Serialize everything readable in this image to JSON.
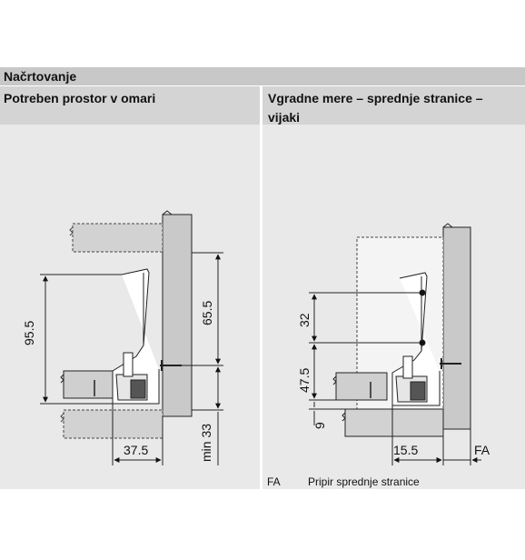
{
  "section_title": "Načrtovanje",
  "left_panel": {
    "title": "Potreben prostor v omari",
    "dims": {
      "height_total": "95.5",
      "height_upper": "65.5",
      "min_bottom": "min 33",
      "depth": "37.5"
    }
  },
  "right_panel": {
    "title": "Vgradne mere – sprednje stranice – vijaki",
    "dims": {
      "d32": "32",
      "d47": "47.5",
      "d9": "9",
      "d15": "15.5",
      "fa": "FA"
    }
  },
  "legend": {
    "abbr": "FA",
    "desc": "Pripir sprednje stranice"
  },
  "colors": {
    "header": "#c8c8c8",
    "panel": "#e9e9e9",
    "subheader": "#d4d4d4"
  }
}
